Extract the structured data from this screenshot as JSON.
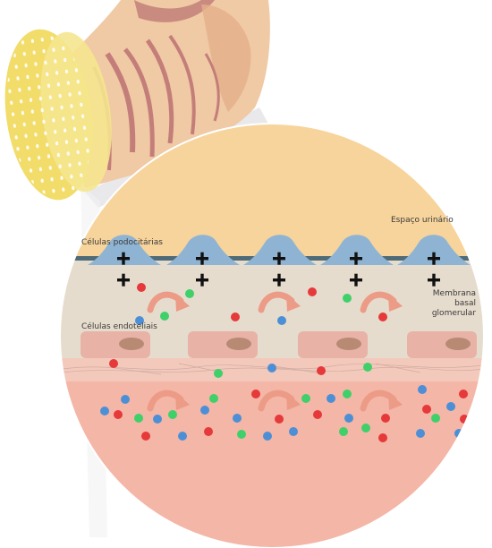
{
  "labels": {
    "urinary_space": "Espaço urinário",
    "podocytes": "Células podocitárias",
    "endothelial": "Células endoteliais",
    "membrane_line1": "Membrana",
    "membrane_line2": "basal",
    "membrane_line3": "glomerular"
  },
  "colors": {
    "urinary_space": "#f7d49b",
    "basement": "#e6dccd",
    "endothelial_band": "#f3c9bc",
    "blood": "#f4b6a6",
    "podocyte": "#8fb4d3",
    "membrane_line": "#4f6b78",
    "endothelial_cell": "#e8b2a6",
    "nucleus": "#b88a74",
    "arrow": "#ec9b87",
    "particle_red": "#e5393a",
    "particle_blue": "#4d8fd6",
    "particle_green": "#3fd06a"
  },
  "icons": [
    "kidney-glomerulus-illustration",
    "podocyte-cell-icon",
    "plus-charge-icon",
    "curved-arrow-icon",
    "nucleus-icon"
  ]
}
